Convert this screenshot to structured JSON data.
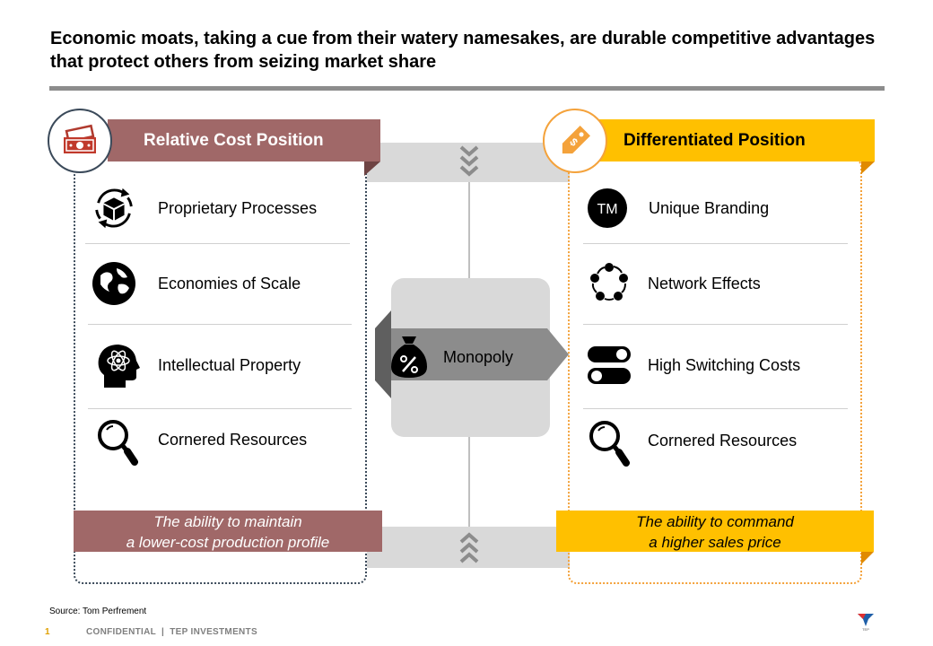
{
  "title": "Economic moats, taking a cue from their watery namesakes, are durable competitive advantages that protect others from seizing market share",
  "left_panel": {
    "header": "Relative Cost Position",
    "icon": "money-icon",
    "items": [
      {
        "label": "Proprietary Processes",
        "icon": "box-cycle-icon"
      },
      {
        "label": "Economies of Scale",
        "icon": "globe-icon"
      },
      {
        "label": "Intellectual Property",
        "icon": "head-atom-icon"
      },
      {
        "label": "Cornered Resources",
        "icon": "magnifier-icon"
      }
    ],
    "footer_line1": "The ability to maintain",
    "footer_line2": "a lower-cost production profile",
    "color": "#a06868"
  },
  "right_panel": {
    "header": "Differentiated Position",
    "icon": "price-tag-icon",
    "items": [
      {
        "label": "Unique Branding",
        "icon": "trademark-icon",
        "badge": "TM"
      },
      {
        "label": "Network Effects",
        "icon": "network-cycle-icon"
      },
      {
        "label": "High Switching Costs",
        "icon": "toggle-switch-icon"
      },
      {
        "label": "Cornered Resources",
        "icon": "magnifier-icon"
      }
    ],
    "footer_line1": "The ability to command",
    "footer_line2": "a higher sales price",
    "color": "#ffc000"
  },
  "center": {
    "label": "Monopoly",
    "icon": "money-bag-percent-icon"
  },
  "source": "Source: Tom Perfrement",
  "page_number": "1",
  "confidential": "CONFIDENTIAL  |  TEP INVESTMENTS",
  "logo_caption": "TEP"
}
